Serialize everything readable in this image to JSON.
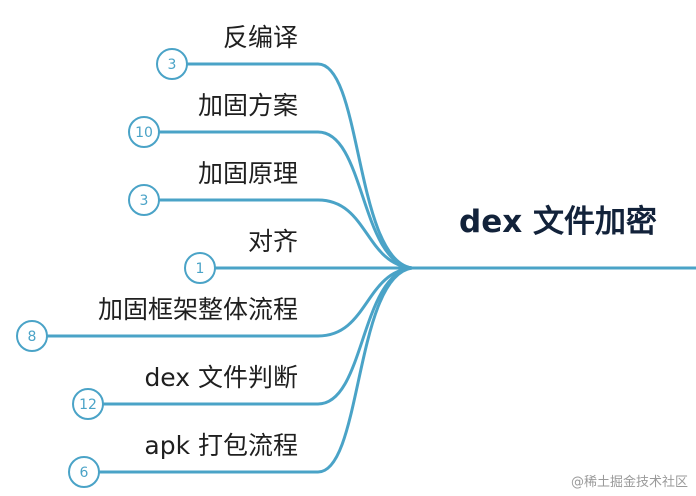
{
  "root": {
    "label": "dex 文件加密"
  },
  "branches": [
    {
      "label": "反编译",
      "count": "3"
    },
    {
      "label": "加固方案",
      "count": "10"
    },
    {
      "label": "加固原理",
      "count": "3"
    },
    {
      "label": "对齐",
      "count": "1"
    },
    {
      "label": "加固框架整体流程",
      "count": "8"
    },
    {
      "label": "dex 文件判断",
      "count": "12"
    },
    {
      "label": "apk 打包流程",
      "count": "6"
    }
  ],
  "watermark": "@稀土掘金技术社区",
  "colors": {
    "line": "#4aa3c7",
    "text": "#1f1f1f",
    "root_text": "#12223a",
    "watermark": "#9a9a9a"
  }
}
